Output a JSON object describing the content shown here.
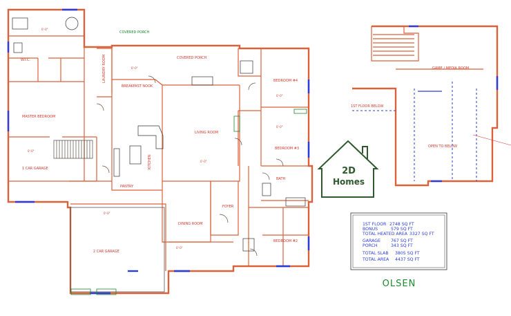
{
  "plan_title": "OLSEN",
  "logo": {
    "line1": "2D",
    "line2": "Homes"
  },
  "rooms": {
    "master_bedroom": "MASTER BEDROOM",
    "covered_porch_rear": "COVERED PORCH",
    "breakfast_nook": "BREAKFAST NOOK",
    "laundry_room": "LAUNDRY ROOM",
    "living_room": "LIVING ROOM",
    "kitchen": "KITCHEN",
    "one_car_garage": "1 CAR GARAGE",
    "two_car_garage": "2 CAR GARAGE",
    "dining_room": "DINING ROOM",
    "foyer": "FOYER",
    "bedroom_4": "BEDROOM #4",
    "bedroom_3": "BEDROOM #3",
    "bedroom_2": "BEDROOM #2",
    "game_media_room": "GAME / MEDIA ROOM",
    "first_floor_below": "1ST FLOOR BELOW",
    "covered_front": "COVERED PORCH",
    "pantry": "PANTRY",
    "bath": "BATH",
    "wic": "W.I.C.",
    "open_to_below": "OPEN TO BELOW"
  },
  "summary": [
    {
      "label": "1ST FLOOR",
      "value": "2748 SQ FT"
    },
    {
      "label": "BONUS",
      "value": "579 SQ FT"
    },
    {
      "label": "TOTAL HEATED AREA",
      "value": "3327 SQ FT"
    },
    {
      "label": "GARAGE",
      "value": "767 SQ FT"
    },
    {
      "label": "PORCH",
      "value": "343 SQ FT"
    },
    {
      "label": "TOTAL SLAB",
      "value": "3805 SQ FT"
    },
    {
      "label": "TOTAL AREA",
      "value": "4437 SQ FT"
    }
  ],
  "colors": {
    "walls": "#d9623a",
    "labels": "#d4382c",
    "accent": "#2a3dd6",
    "logo": "#2f5a2e",
    "title": "#1a8a2a"
  }
}
